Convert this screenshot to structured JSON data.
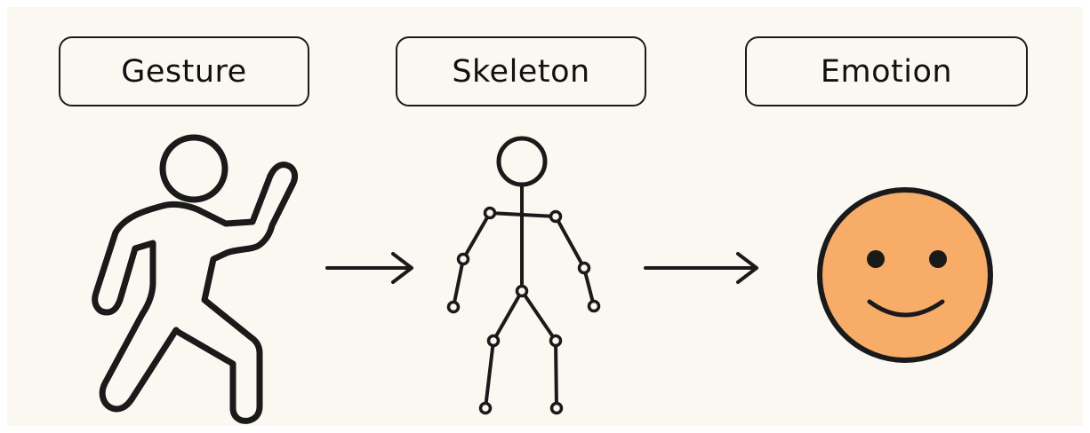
{
  "labels": {
    "gesture": "Gesture",
    "skeleton": "Skeleton",
    "emotion": "Emotion"
  },
  "icons": [
    "person-gesture-icon",
    "skeleton-icon",
    "smiley-face-icon",
    "arrow-right-icon"
  ],
  "colors": {
    "background": "#fbf8f2",
    "stroke": "#1a1a1a",
    "face_fill": "#f7ac68"
  }
}
